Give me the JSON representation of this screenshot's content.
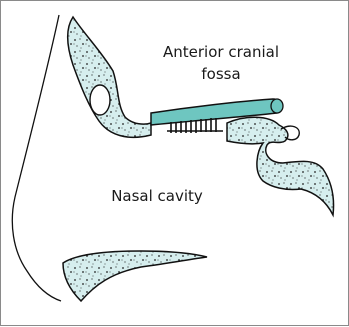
{
  "labels": {
    "anterior_cranial_fossa_line1": "Anterior cranial",
    "anterior_cranial_fossa_line2": "fossa",
    "nasal_cavity": "Nasal cavity"
  },
  "colors": {
    "bone_fill": "#d6eeee",
    "plate_fill": "#6ec6c0",
    "outline": "#111111"
  },
  "icons": {
    "cribriform_perforations": "black comb-like vertical strokes"
  }
}
